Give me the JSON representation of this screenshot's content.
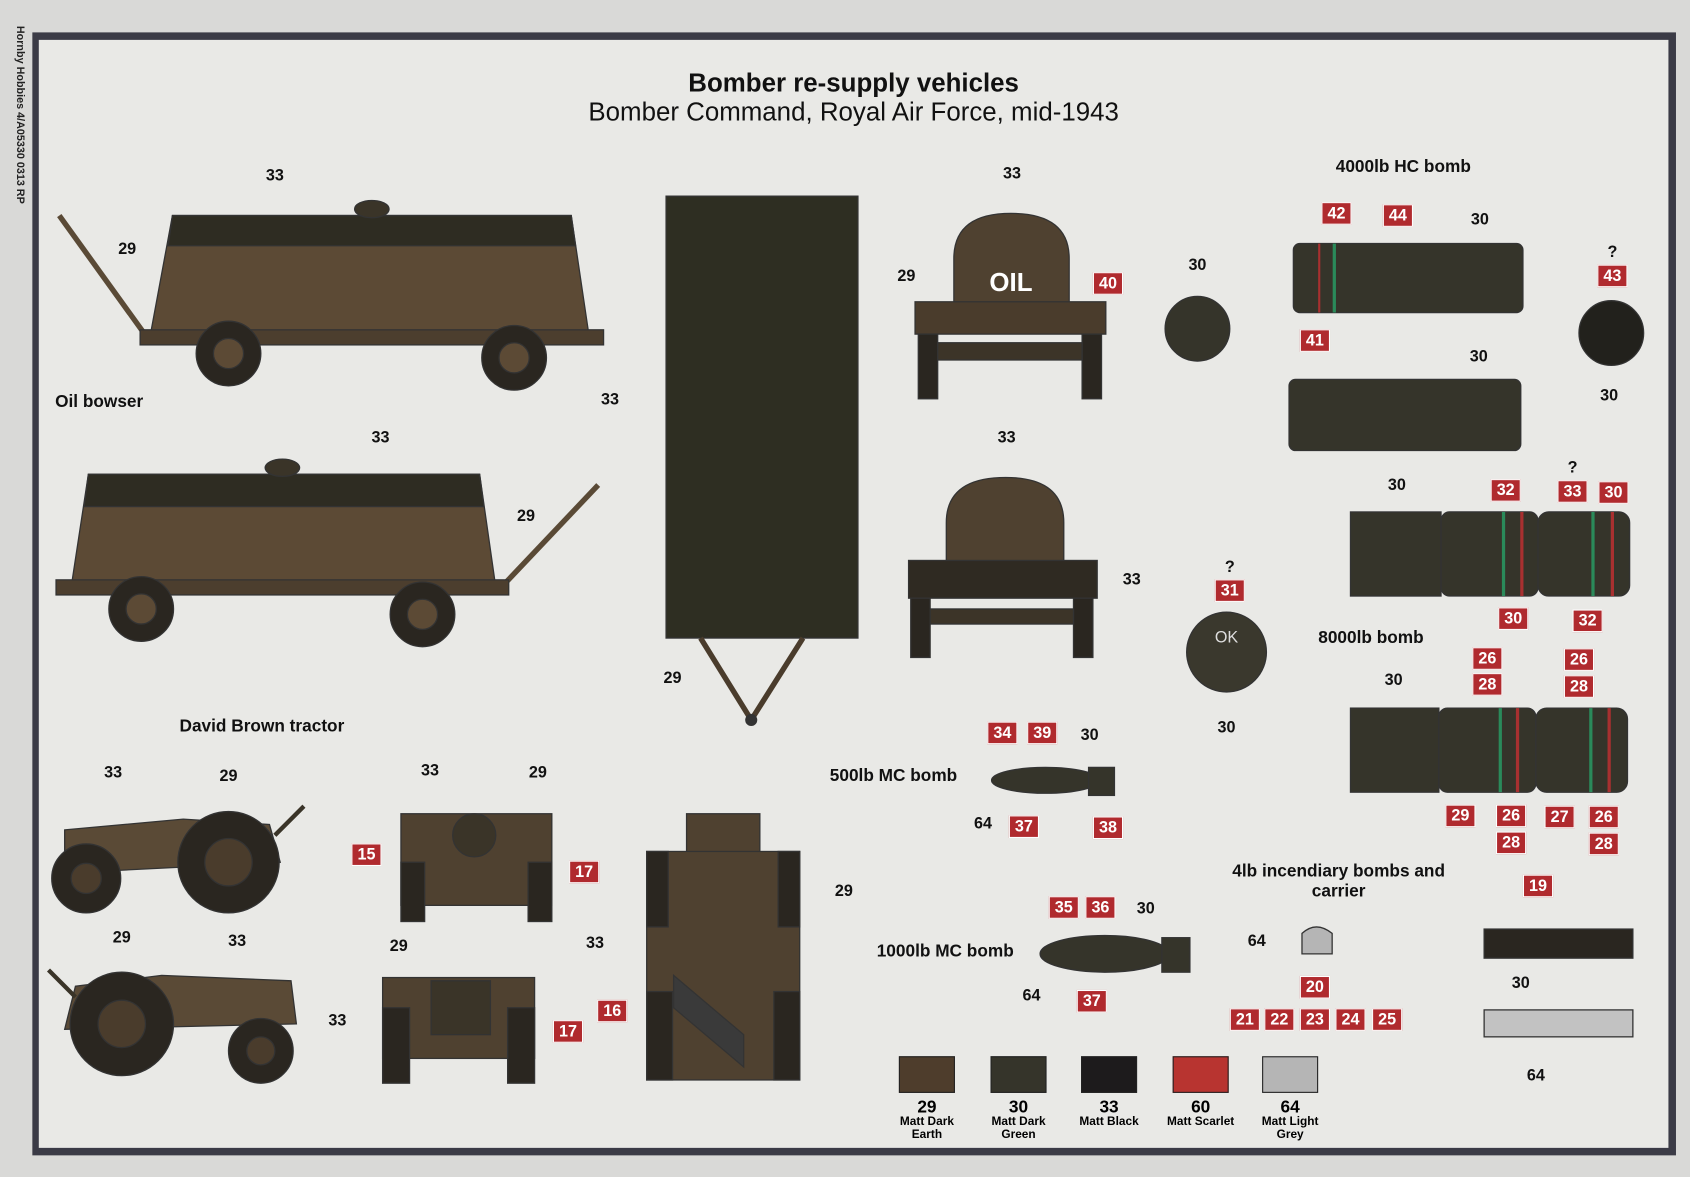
{
  "side_code": "Hornby Hobbies 4/A05330 0313 RP",
  "title": "Bomber re-supply vehicles",
  "subtitle": "Bomber Command, Royal Air Force, mid-1943",
  "sections": {
    "oil_bowser": "Oil bowser",
    "tractor": "David Brown tractor",
    "bomb_4000": "4000lb HC bomb",
    "bomb_8000": "8000lb bomb",
    "bomb_500": "500lb MC bomb",
    "bomb_1000": "1000lb MC bomb",
    "incendiary": "4lb incendiary bombs and carrier"
  },
  "markings": {
    "oil": "OIL",
    "ok": "OK"
  },
  "callouts": [
    {
      "text": "33",
      "red": false
    },
    {
      "text": "29",
      "red": false
    },
    {
      "text": "33",
      "red": false
    },
    {
      "text": "29",
      "red": false
    },
    {
      "text": "33",
      "red": false
    },
    {
      "text": "29",
      "red": false
    },
    {
      "text": "33",
      "red": false
    },
    {
      "text": "29",
      "red": false
    },
    {
      "text": "40",
      "red": true
    },
    {
      "text": "33",
      "red": false
    },
    {
      "text": "33",
      "red": false
    },
    {
      "text": "30",
      "red": false
    },
    {
      "text": "42",
      "red": true
    },
    {
      "text": "44",
      "red": true
    },
    {
      "text": "30",
      "red": false
    },
    {
      "text": "41",
      "red": true
    },
    {
      "text": "?",
      "red": false
    },
    {
      "text": "43",
      "red": true
    },
    {
      "text": "30",
      "red": false
    },
    {
      "text": "30",
      "red": false
    },
    {
      "text": "30",
      "red": false
    },
    {
      "text": "32",
      "red": true
    },
    {
      "text": "?",
      "red": false
    },
    {
      "text": "33",
      "red": true
    },
    {
      "text": "30",
      "red": true
    },
    {
      "text": "30",
      "red": true
    },
    {
      "text": "32",
      "red": true
    },
    {
      "text": "?",
      "red": false
    },
    {
      "text": "31",
      "red": true
    },
    {
      "text": "30",
      "red": false
    },
    {
      "text": "30",
      "red": false
    },
    {
      "text": "26",
      "red": true
    },
    {
      "text": "28",
      "red": true
    },
    {
      "text": "26",
      "red": true
    },
    {
      "text": "28",
      "red": true
    },
    {
      "text": "29",
      "red": true
    },
    {
      "text": "26",
      "red": true
    },
    {
      "text": "28",
      "red": true
    },
    {
      "text": "27",
      "red": true
    },
    {
      "text": "26",
      "red": true
    },
    {
      "text": "28",
      "red": true
    },
    {
      "text": "34",
      "red": true
    },
    {
      "text": "39",
      "red": true
    },
    {
      "text": "30",
      "red": false
    },
    {
      "text": "64",
      "red": false
    },
    {
      "text": "37",
      "red": true
    },
    {
      "text": "38",
      "red": true
    },
    {
      "text": "35",
      "red": true
    },
    {
      "text": "36",
      "red": true
    },
    {
      "text": "30",
      "red": false
    },
    {
      "text": "64",
      "red": false
    },
    {
      "text": "37",
      "red": true
    },
    {
      "text": "64",
      "red": false
    },
    {
      "text": "20",
      "red": true
    },
    {
      "text": "21",
      "red": true
    },
    {
      "text": "22",
      "red": true
    },
    {
      "text": "23",
      "red": true
    },
    {
      "text": "24",
      "red": true
    },
    {
      "text": "25",
      "red": true
    },
    {
      "text": "19",
      "red": true
    },
    {
      "text": "30",
      "red": false
    },
    {
      "text": "64",
      "red": false
    },
    {
      "text": "33",
      "red": false
    },
    {
      "text": "29",
      "red": false
    },
    {
      "text": "29",
      "red": false
    },
    {
      "text": "33",
      "red": false
    },
    {
      "text": "33",
      "red": false
    },
    {
      "text": "29",
      "red": false
    },
    {
      "text": "15",
      "red": true
    },
    {
      "text": "17",
      "red": true
    },
    {
      "text": "29",
      "red": false
    },
    {
      "text": "33",
      "red": false
    },
    {
      "text": "17",
      "red": true
    },
    {
      "text": "29",
      "red": false
    },
    {
      "text": "33",
      "red": false
    },
    {
      "text": "16",
      "red": true
    }
  ],
  "paints": [
    {
      "number": "29",
      "name": "Matt Dark Earth",
      "color": "#4e3d2c"
    },
    {
      "number": "30",
      "name": "Matt Dark Green",
      "color": "#35342a"
    },
    {
      "number": "33",
      "name": "Matt Black",
      "color": "#1d1b1c"
    },
    {
      "number": "60",
      "name": "Matt Scarlet",
      "color": "#b83430"
    },
    {
      "number": "64",
      "name": "Matt Light Grey",
      "color": "#b5b5b5"
    }
  ]
}
